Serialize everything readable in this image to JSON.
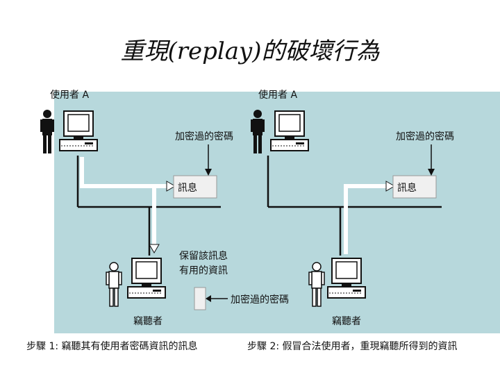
{
  "title": "重現(replay)的破壞行為",
  "left": {
    "user_label": "使用者 A",
    "encrypted_password_label": "加密過的密碼",
    "message_label": "訊息",
    "save_label_line1": "保留該訊息",
    "save_label_line2": "有用的資訊",
    "encrypted_code_label": "加密過的密碼",
    "eavesdropper_label": "竊聽者",
    "step_caption": "步驟 1: 竊聽其有使用者密碼資訊的訊息"
  },
  "right": {
    "user_label": "使用者 A",
    "encrypted_password_label": "加密過的密碼",
    "message_label": "訊息",
    "eavesdropper_label": "竊聽者",
    "step_caption": "步驟 2: 假冒合法使用者，重現竊聽所得到的資訊"
  },
  "colors": {
    "panel": "#b7d8dc",
    "flow_arrow": "#ffffff",
    "network_line": "#111111",
    "message_box": "#f0f0f0"
  }
}
